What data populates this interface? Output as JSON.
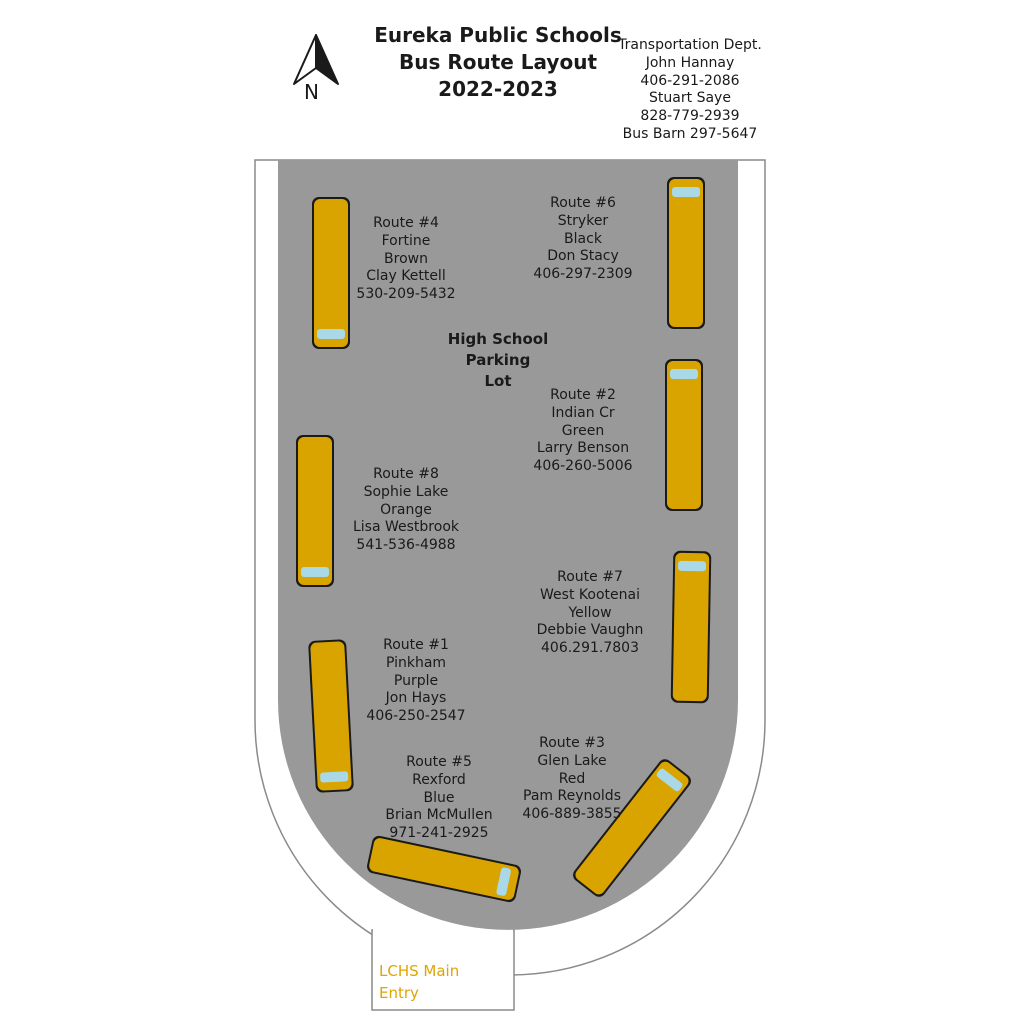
{
  "colors": {
    "lot": "#999999",
    "road": "#ffffff",
    "road_edge": "#8a8a8a",
    "bus_body": "#d9a300",
    "bus_window": "#a9d9e6",
    "entry_text": "#e0a400"
  },
  "north_arrow": {
    "icon": "north-arrow-icon",
    "label": "N"
  },
  "title": {
    "line1": "Eureka Public Schools",
    "line2": "Bus Route Layout",
    "line3": "2022-2023"
  },
  "contact": {
    "dept": "Transportation Dept.",
    "name1": "John Hannay",
    "phone1": "406-291-2086",
    "name2": "Stuart Saye",
    "phone2": "828-779-2939",
    "barn": "Bus Barn 297-5647"
  },
  "lot_label": {
    "line1": "High School",
    "line2": "Parking",
    "line3": "Lot"
  },
  "entry_label": {
    "line1": "LCHS Main",
    "line2": "Entry"
  },
  "routes": [
    {
      "route": "Route #4",
      "area": "Fortine",
      "color": "Brown",
      "driver": "Clay Kettell",
      "phone": "530-209-5432"
    },
    {
      "route": "Route #6",
      "area": "Stryker",
      "color": "Black",
      "driver": "Don Stacy",
      "phone": "406-297-2309"
    },
    {
      "route": "Route #2",
      "area": "Indian Cr",
      "color": "Green",
      "driver": "Larry Benson",
      "phone": "406-260-5006"
    },
    {
      "route": "Route #8",
      "area": "Sophie Lake",
      "color": "Orange",
      "driver": "Lisa Westbrook",
      "phone": "541-536-4988"
    },
    {
      "route": "Route #7",
      "area": "West Kootenai",
      "color": "Yellow",
      "driver": "Debbie Vaughn",
      "phone": "406.291.7803"
    },
    {
      "route": "Route #1",
      "area": "Pinkham",
      "color": "Purple",
      "driver": "Jon Hays",
      "phone": "406-250-2547"
    },
    {
      "route": "Route #5",
      "area": "Rexford",
      "color": "Blue",
      "driver": "Brian McMullen",
      "phone": "971-241-2925"
    },
    {
      "route": "Route #3",
      "area": "Glen Lake",
      "color": "Red",
      "driver": "Pam Reynolds",
      "phone": "406-889-3855"
    }
  ]
}
